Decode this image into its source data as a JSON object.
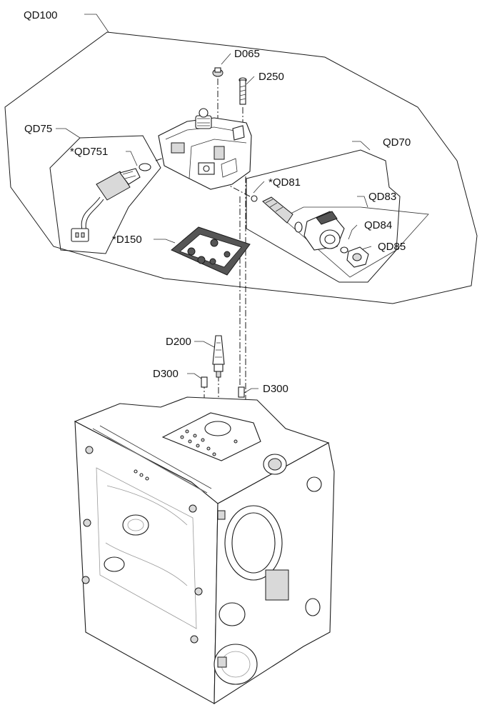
{
  "labels": {
    "qd100": "QD100",
    "d065": "D065",
    "d250": "D250",
    "qd75": "QD75",
    "qd751": "*QD751",
    "qd70": "QD70",
    "qd81": "*QD81",
    "qd83": "QD83",
    "qd84": "QD84",
    "qd85": "QD85",
    "d150": "*D150",
    "d200": "D200",
    "d300_left": "D300",
    "d300_right": "D300"
  }
}
